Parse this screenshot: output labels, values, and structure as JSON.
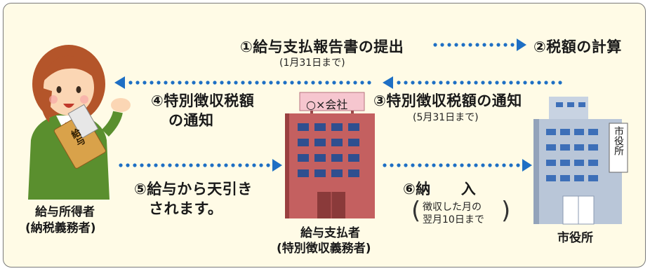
{
  "flow": {
    "step1": "①給与支払報告書の提出",
    "step1_note": "(1月31日まで)",
    "step2": "②税額の計算",
    "step3": "③特別徴収税額の通知",
    "step3_note": "(5月31日まで)",
    "step4_line1": "④特別徴収税額",
    "step4_line2": "の通知",
    "step5_line1": "⑤給与から天引き",
    "step5_line2": "されます。",
    "step6": "⑥納　　入",
    "step6_note_line1": "徴収した月の",
    "step6_note_line2": "翌月10日まで"
  },
  "actors": {
    "employee_line1": "給与所得者",
    "employee_line2": "(納税義務者)",
    "employer_line1": "給与支払者",
    "employer_line2": "(特別徴収義務者)",
    "cityhall": "市役所",
    "company_sign": "○×会社",
    "cityhall_sign": "市役所",
    "envelope_text": "給与"
  },
  "colors": {
    "arrow": "#1e6fc4",
    "frame_bg": "#fffbe6",
    "building": "#c46060",
    "cityhall": "#b9c6d8"
  }
}
